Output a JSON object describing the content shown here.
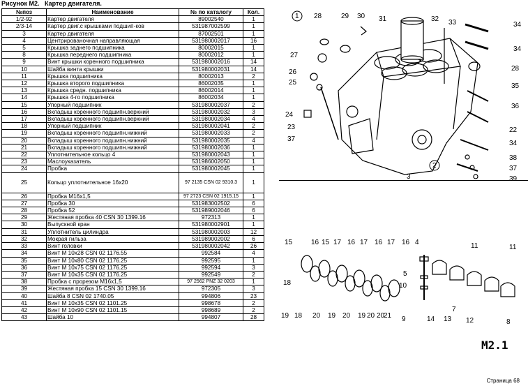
{
  "title": {
    "figure": "Рисунок М2.",
    "name": "Картер двигателя."
  },
  "table": {
    "headers": [
      "№поз",
      "Наименование",
      "№ по каталогу",
      "Кол."
    ],
    "rows": [
      [
        "1/2-92",
        "Картер двигателя",
        "89002540",
        "1"
      ],
      [
        "2/3-14",
        "Картер двиг.с крышками подшип-ков",
        "531987002599",
        "1"
      ],
      [
        "3",
        "Картер двигателя",
        "87002501",
        "1"
      ],
      [
        "4",
        "Центрированочная направляющая",
        "531980002017",
        "16"
      ],
      [
        "5",
        "Крышка заднего подшипника",
        "80002015",
        "1"
      ],
      [
        "8",
        "Крышка переднего подшипника",
        "80002012",
        "1"
      ],
      [
        "9",
        "Винт крышки коренного подшипника",
        "531980002016",
        "14"
      ],
      [
        "10",
        "Шайба винта крышки",
        "531980002031",
        "14"
      ],
      [
        "11",
        "Крышка подшипника",
        "80002013",
        "2"
      ],
      [
        "12",
        "Крышка второго подшипника",
        "86002035",
        "1"
      ],
      [
        "13",
        "Крышка средн. подшипника",
        "86002014",
        "1"
      ],
      [
        "14",
        "Крышка 4-го подшипника",
        "86002034",
        "1"
      ],
      [
        "15",
        "Упорный подшипник",
        "531980002037",
        "2"
      ],
      [
        "16",
        "Вкладыш коренного подшипн.верхний",
        "531980002032",
        "3"
      ],
      [
        "17",
        "Вкладыш коренного подшипн.верхний",
        "531980002034",
        "4"
      ],
      [
        "18",
        "Упорный подшипник",
        "531980002041",
        "2"
      ],
      [
        "19",
        "Вкладыш коренного подшипн.нижний",
        "531980002033",
        "2"
      ],
      [
        "20",
        "Вкладыш коренного подшипн.нижний",
        "531980002035",
        "4"
      ],
      [
        "21",
        "Вкладыш коренного подшипн.нижний",
        "531980002036",
        "1"
      ],
      [
        "22",
        "Уплотнительное кольцо 4",
        "531980002043",
        "1"
      ],
      [
        "23",
        "Маслоуказатель",
        "531986002050",
        "1"
      ],
      [
        "24",
        "Пробка",
        "531980002045",
        "1"
      ],
      [
        "25",
        "Кольцо уплотнительное 16х20",
        "97 2135 CSN 02 9310.3",
        "1"
      ],
      [
        "26",
        "Пробка М16х1,5",
        "97 2723 CSN 02 1915.15",
        "1"
      ],
      [
        "27",
        "Пробка  30",
        "531983002502",
        "6"
      ],
      [
        "28",
        "Пробка  52",
        "531989002046",
        "6"
      ],
      [
        "29",
        "Жестяная пробка 40 CSN 30 1399.16",
        "972313",
        "1"
      ],
      [
        "30",
        "Выпускной кран",
        "531980002901",
        "1"
      ],
      [
        "31",
        "Уплотнитель цилиндра",
        "531980002003",
        "12"
      ],
      [
        "32",
        "Мокрая гильза",
        "531989002002",
        "6"
      ],
      [
        "33",
        "Винт головки",
        "531980002042",
        "26"
      ],
      [
        "34",
        "Винт  М 10х28 CSN 02 1176.55",
        "992584",
        "4"
      ],
      [
        "35",
        "Винт  М 10х80 CSN 02 1176.25",
        "992595",
        "1"
      ],
      [
        "36",
        "Винт  М 10х75 CSN 02 1176.25",
        "992594",
        "3"
      ],
      [
        "37",
        "Винт  М 10х35 CSN 02 1176.25",
        "992549",
        "2"
      ],
      [
        "38",
        "Пробка с прорезом М16х1,5",
        "97 2562 PNZ 32 0203",
        "1"
      ],
      [
        "39",
        "Жестяная пробка 15 CSN 30 1399.16",
        "972305",
        "3"
      ],
      [
        "40",
        "Шайба 8 CSN 02 1740.05",
        "994806",
        "23"
      ],
      [
        "41",
        "Винт  М 10х35 CSN 02 1101.25",
        "998678",
        "2"
      ],
      [
        "42",
        "Винт  М 10х90 CSN 02 1101.15",
        "998689",
        "2"
      ],
      [
        "43",
        "Шайба 10",
        "994807",
        "28"
      ]
    ]
  },
  "drawing": {
    "top_labels": [
      "1",
      "28",
      "29",
      "30",
      "31",
      "32",
      "33",
      "34",
      "34",
      "27",
      "28",
      "26",
      "25",
      "35",
      "36",
      "24",
      "23",
      "22",
      "37",
      "34",
      "38",
      "37",
      "39",
      "2",
      "3"
    ],
    "bottom_labels": [
      "15",
      "16",
      "15",
      "17",
      "16",
      "17",
      "16",
      "17",
      "16",
      "18",
      "19",
      "18",
      "20",
      "19",
      "20",
      "19",
      "20",
      "20",
      "21",
      "4",
      "5",
      "10",
      "9",
      "14",
      "13",
      "11",
      "11",
      "12",
      "8",
      "7"
    ],
    "figure_mark": "M2.1"
  },
  "footer": {
    "page": "Страница 68"
  },
  "colors": {
    "ink": "#000000",
    "paper": "#ffffff"
  }
}
